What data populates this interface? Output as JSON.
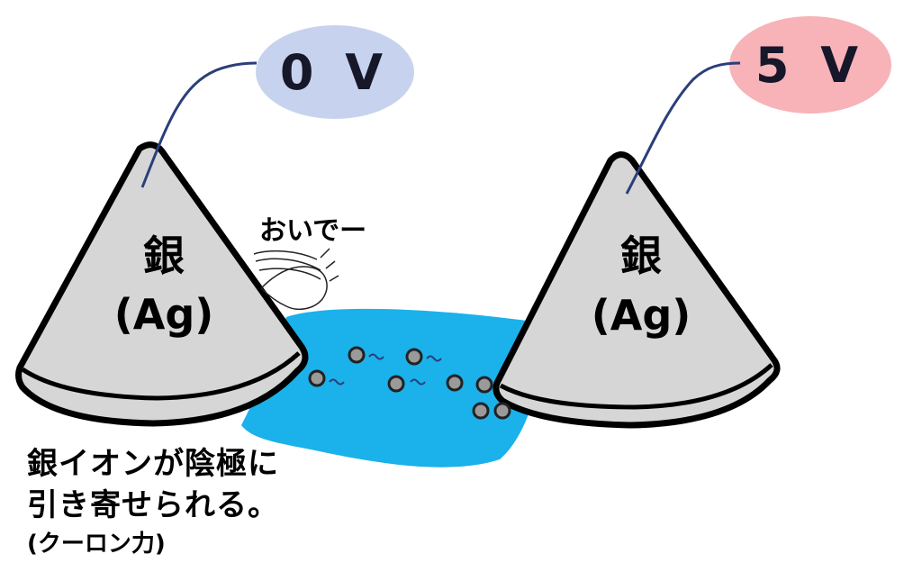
{
  "left_electrode": {
    "voltage": "0 V",
    "label_line1": "銀",
    "label_line2": "(Ag)"
  },
  "right_electrode": {
    "voltage": "5 V",
    "label_line1": "銀",
    "label_line2": "(Ag)"
  },
  "speech": "おいでー",
  "caption": {
    "line1": "銀イオンが陰極に",
    "line2": "引き寄せられる。",
    "line3": "(クーロン力)"
  },
  "colors": {
    "left_bubble": "#c7d3ee",
    "right_bubble": "#f7b3b8",
    "electrolyte": "#1bb1ea",
    "cone_fill": "#d6d6d6",
    "wire": "#2a3f7a",
    "ion_fill": "#9a9a9a"
  },
  "icons": [
    "silver-ion-icon",
    "waving-hand-icon"
  ]
}
